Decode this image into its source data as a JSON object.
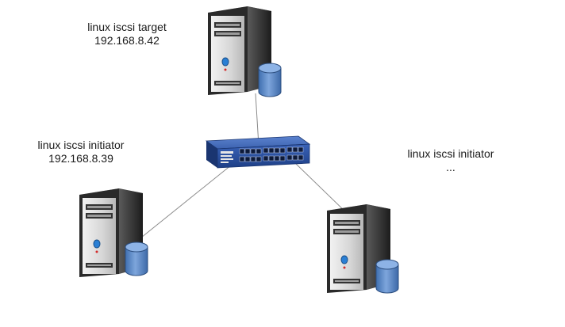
{
  "diagram": {
    "title": "linux iscsi network topology",
    "nodes": [
      {
        "id": "target",
        "type": "server-with-storage",
        "name": "linux iscsi target",
        "address": "192.168.8.42"
      },
      {
        "id": "initiator1",
        "type": "server-with-storage",
        "name": "linux iscsi initiator",
        "address": "192.168.8.39"
      },
      {
        "id": "initiator2",
        "type": "server-with-storage",
        "name": "linux iscsi initiator",
        "address": "..."
      },
      {
        "id": "switch",
        "type": "network-switch",
        "name": ""
      }
    ],
    "links": [
      {
        "from": "target",
        "to": "switch"
      },
      {
        "from": "initiator1",
        "to": "switch"
      },
      {
        "from": "initiator2",
        "to": "switch"
      }
    ],
    "colors": {
      "link": "#8c8c8c",
      "server_body": "#3a3a3a",
      "server_face": "#d9d9d9",
      "disk": "#5b88c4",
      "switch": "#2a4f9e",
      "power_led": "#2a7fd4"
    }
  }
}
